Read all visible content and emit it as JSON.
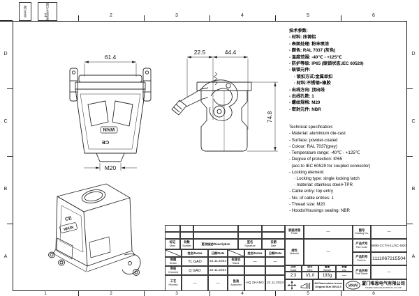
{
  "sheet": {
    "grid_cols": [
      "1",
      "2",
      "3",
      "4",
      "5",
      "6"
    ],
    "grid_rows": [
      "D",
      "C",
      "B",
      "A"
    ],
    "corner_box1": "签名/日期",
    "corner_box2": "更改单号/日期"
  },
  "dimensions": {
    "front_width": "61.4",
    "lever_depth": "22.5",
    "body_depth": "44.4",
    "body_height": "74.8",
    "thread": "M20"
  },
  "markings": {
    "wain": "WAIN",
    "ce": "CE"
  },
  "specs": {
    "zh": [
      "技术参数:",
      "- 材料: 压铸铝",
      "- 表面处理: 粉末喷涂",
      "- 颜色: RAL 7037 (灰色)",
      "- 温度范围: -40℃ - +125℃",
      "- 防护等级: IP65 (联锁状态,IEC 60529)",
      "- 联锁元件:",
      "    · 锁扣方式:金属单扣",
      "    · 材料:不锈钢+橡胶",
      "- 出线方向: 顶出线",
      "- 出线孔数: 1",
      "- 螺纹规格: M20",
      "- 密封元件: NBR"
    ],
    "en": [
      "Technical specification:",
      "- Material: aluminium die-cast",
      "- Surface: powder-coated",
      "- Colour: RAL 7037(grey)",
      "- Temperature range: -40℃ - +125℃",
      "- Degree of protection: IP65",
      "  (acc.to IEC 60529 for coupled connector)",
      "- Locking element:",
      "    · Locking type: single locking latch",
      "    · material: stainless steel+TPR",
      "- Cable entry: top entry",
      "- No. of cable entries: 1",
      "- Thread size: M20",
      "- Hoods/Housings sealing: NBR"
    ]
  },
  "tb": {
    "mark_cn": "标记",
    "mark_en": "Mark",
    "number_cn": "处数",
    "number_en": "Number",
    "desc": "更改描述/Description",
    "sig_cn": "签名",
    "sig_en": "Signature",
    "date_cn": "日期",
    "date_en": "Date",
    "name_hdr": "姓名/Name",
    "date_hdr": "日期/Date",
    "drawn_cn": "制图",
    "drawn_en": "Drawn",
    "drawn_name": "YL GAO",
    "drawn_date": "22.11.2024",
    "checked_cn": "审核",
    "checked_en": "Checked",
    "checked_name": "Q GAO",
    "checked_date": "22.11.2024",
    "process_cn": "工艺",
    "process_en": "Process",
    "process_name": "—",
    "process_date": "—",
    "stand_cn": "标准化",
    "stand_en": "Stand.",
    "stand_name": "—",
    "stand_date": "—",
    "appr_cn": "批准",
    "appr_en": "Approved",
    "appr_name": "HQ ZHANG",
    "appr_date": "22.11.2024",
    "finish_cn": "表面处理",
    "finish_en": "Finish",
    "finish_val": "—",
    "dwg_cn": "图号",
    "dwg_en": "Drawing No.",
    "dwg_val": "—",
    "mat_cn": "材料",
    "mat_en": "Material",
    "mat_val": "—",
    "pcode_cn": "产品代号",
    "pcode_en": "Part Code",
    "pcode_val": "W6B-CCTH-1L/SC-M20",
    "pno_cn": "产品料号",
    "pno_en": "Part No.",
    "pno_val": "1111067215504",
    "pname_cn": "产品名称",
    "pname_en": "Part Name",
    "pname_val": "—",
    "scale_cn": "比例",
    "scale_en": "Scale",
    "scale_val": "2:3",
    "rev_cn": "版本",
    "rev_en": "REV.",
    "rev_val": "V1.0",
    "wt_cn": "重量",
    "wt_en": "Weight",
    "wt_val": "193g",
    "qty_cn": "数量",
    "qty_en": "Qty.",
    "qty_val": "—",
    "note1": "All Dimensions in mm",
    "note2": "Original Size DIN A 4",
    "logo": "WAIN",
    "company_cn": "厦门唯恩电气有限公司",
    "company_en": "XIAMEN WAIN ELECTRICAL CO.LTD"
  }
}
